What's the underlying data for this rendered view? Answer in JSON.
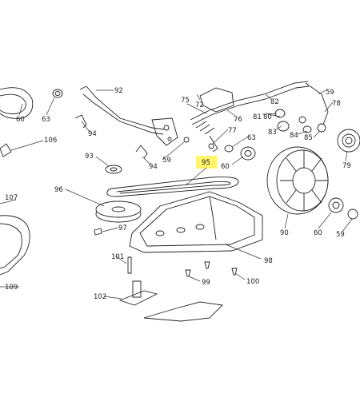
{
  "diagram": {
    "highlight_color": "#fff46a",
    "highlighted_part": "95",
    "labels": {
      "p92": "92",
      "p60a": "60",
      "p63a": "63",
      "p94a": "94",
      "p106": "106",
      "p72": "72",
      "p75": "75",
      "p76": "76",
      "p82": "82",
      "p59a": "59",
      "p78": "78",
      "p77": "77",
      "p63b": "63",
      "p83": "83",
      "p81": "81",
      "p80": "80",
      "p84": "84",
      "p85": "85",
      "p93": "93",
      "p94b": "94",
      "p59b": "59",
      "p95": "95",
      "p60b": "60",
      "p79": "79",
      "p107": "107",
      "p96": "96",
      "p97": "97",
      "p90": "90",
      "p60c": "60",
      "p59c": "59",
      "p98": "98",
      "p101": "101",
      "p99": "99",
      "p100": "100",
      "p102": "102",
      "p109": "109"
    }
  }
}
